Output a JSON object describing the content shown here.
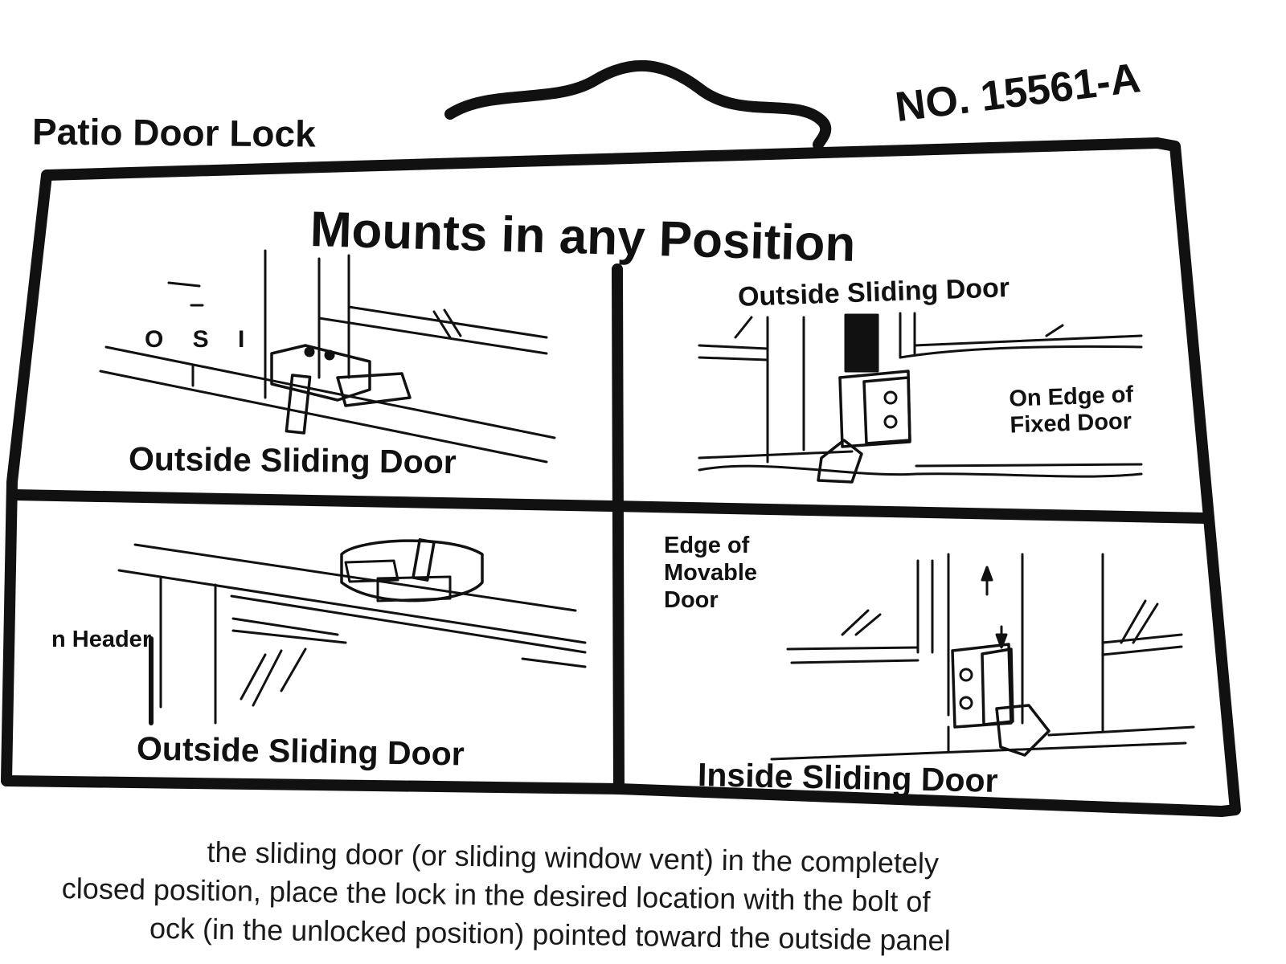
{
  "header": {
    "product_name": "Patio Door Lock",
    "part_number": "NO. 15561-A"
  },
  "panel": {
    "title": "Mounts in any Position",
    "top_left": {
      "caption": "Outside Sliding Door",
      "fragment_label": "O S I"
    },
    "top_right": {
      "top_label": "Outside Sliding Door",
      "edge_label": [
        "On Edge of",
        "Fixed Door"
      ]
    },
    "bottom_left": {
      "caption": "Outside Sliding Door",
      "side_label": "n Header"
    },
    "bottom_right": {
      "caption": "Inside Sliding Door",
      "edge_label": [
        "Edge of",
        "Movable",
        "Door"
      ]
    }
  },
  "instructions": {
    "lines": [
      "the sliding door (or sliding window vent) in the completely",
      "closed position, place the lock in the desired location with the bolt of",
      "ock (in the unlocked position) pointed toward the outside panel"
    ]
  },
  "colors": {
    "ink": "#111111",
    "paper": "#ffffff"
  }
}
